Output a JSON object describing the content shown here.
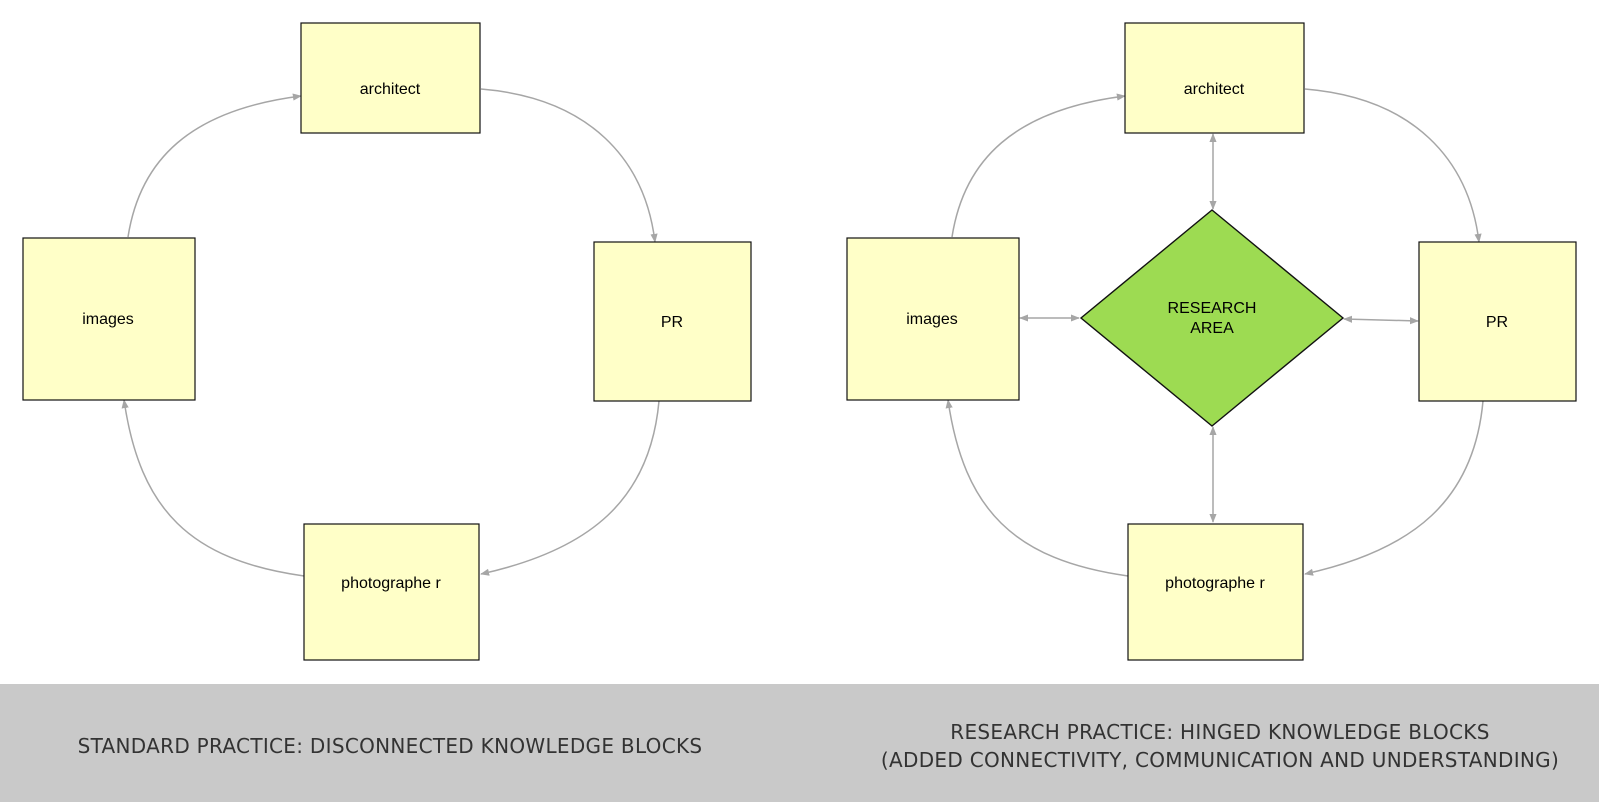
{
  "standard": {
    "nodes": {
      "architect": "architect",
      "images": "images",
      "pr": "PR",
      "photographer": "photographe r"
    },
    "caption": "STANDARD PRACTICE:  DISCONNECTED KNOWLEDGE BLOCKS"
  },
  "research": {
    "nodes": {
      "architect": "architect",
      "images": "images",
      "pr": "PR",
      "photographer": "photographe r",
      "hub_line1": "RESEARCH",
      "hub_line2": "AREA"
    },
    "caption_line1": "RESEARCH PRACTICE:  HINGED KNOWLEDGE BLOCKS",
    "caption_line2": "(ADDED CONNECTIVITY, COMMUNICATION AND UNDERSTANDING)"
  },
  "colors": {
    "box_fill": "#ffffc8",
    "hub_fill": "#9ddb52",
    "arrow": "#a6a6a6",
    "footer": "#c9c9c9"
  }
}
